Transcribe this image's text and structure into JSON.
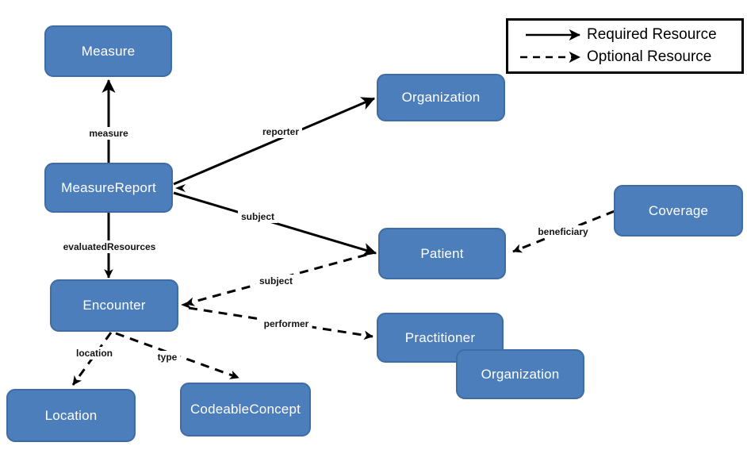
{
  "diagram": {
    "nodes": [
      {
        "id": "measure",
        "label": "Measure"
      },
      {
        "id": "organization-top",
        "label": "Organization"
      },
      {
        "id": "measure-report",
        "label": "MeasureReport"
      },
      {
        "id": "coverage",
        "label": "Coverage"
      },
      {
        "id": "patient",
        "label": "Patient"
      },
      {
        "id": "encounter",
        "label": "Encounter"
      },
      {
        "id": "practitioner",
        "label": "Practitioner"
      },
      {
        "id": "organization-bottom",
        "label": "Organization"
      },
      {
        "id": "location",
        "label": "Location"
      },
      {
        "id": "codeable-concept",
        "label": "CodeableConcept"
      }
    ],
    "edges": [
      {
        "label": "measure",
        "type": "required",
        "from": "measure-report",
        "to": "measure"
      },
      {
        "label": "reporter",
        "type": "required",
        "from": "measure-report",
        "to": "organization-top"
      },
      {
        "label": "subject",
        "type": "required",
        "from": "measure-report",
        "to": "patient"
      },
      {
        "label": "evaluatedResources",
        "type": "required",
        "from": "measure-report",
        "to": "encounter"
      },
      {
        "label": "subject",
        "type": "optional",
        "from": "encounter",
        "to": "patient"
      },
      {
        "label": "performer",
        "type": "optional",
        "from": "encounter",
        "to": "practitioner"
      },
      {
        "label": "location",
        "type": "optional",
        "from": "encounter",
        "to": "location"
      },
      {
        "label": "type",
        "type": "optional",
        "from": "encounter",
        "to": "codeable-concept"
      },
      {
        "label": "beneficiary",
        "type": "optional",
        "from": "coverage",
        "to": "patient"
      }
    ],
    "legend": {
      "required_label": "Required Resource",
      "optional_label": "Optional Resource"
    }
  },
  "colors": {
    "node_fill": "#4d7ebc",
    "node_border": "#3e6ca3",
    "node_text": "#ffffff",
    "edge_color": "#000000",
    "bg": "#ffffff"
  }
}
